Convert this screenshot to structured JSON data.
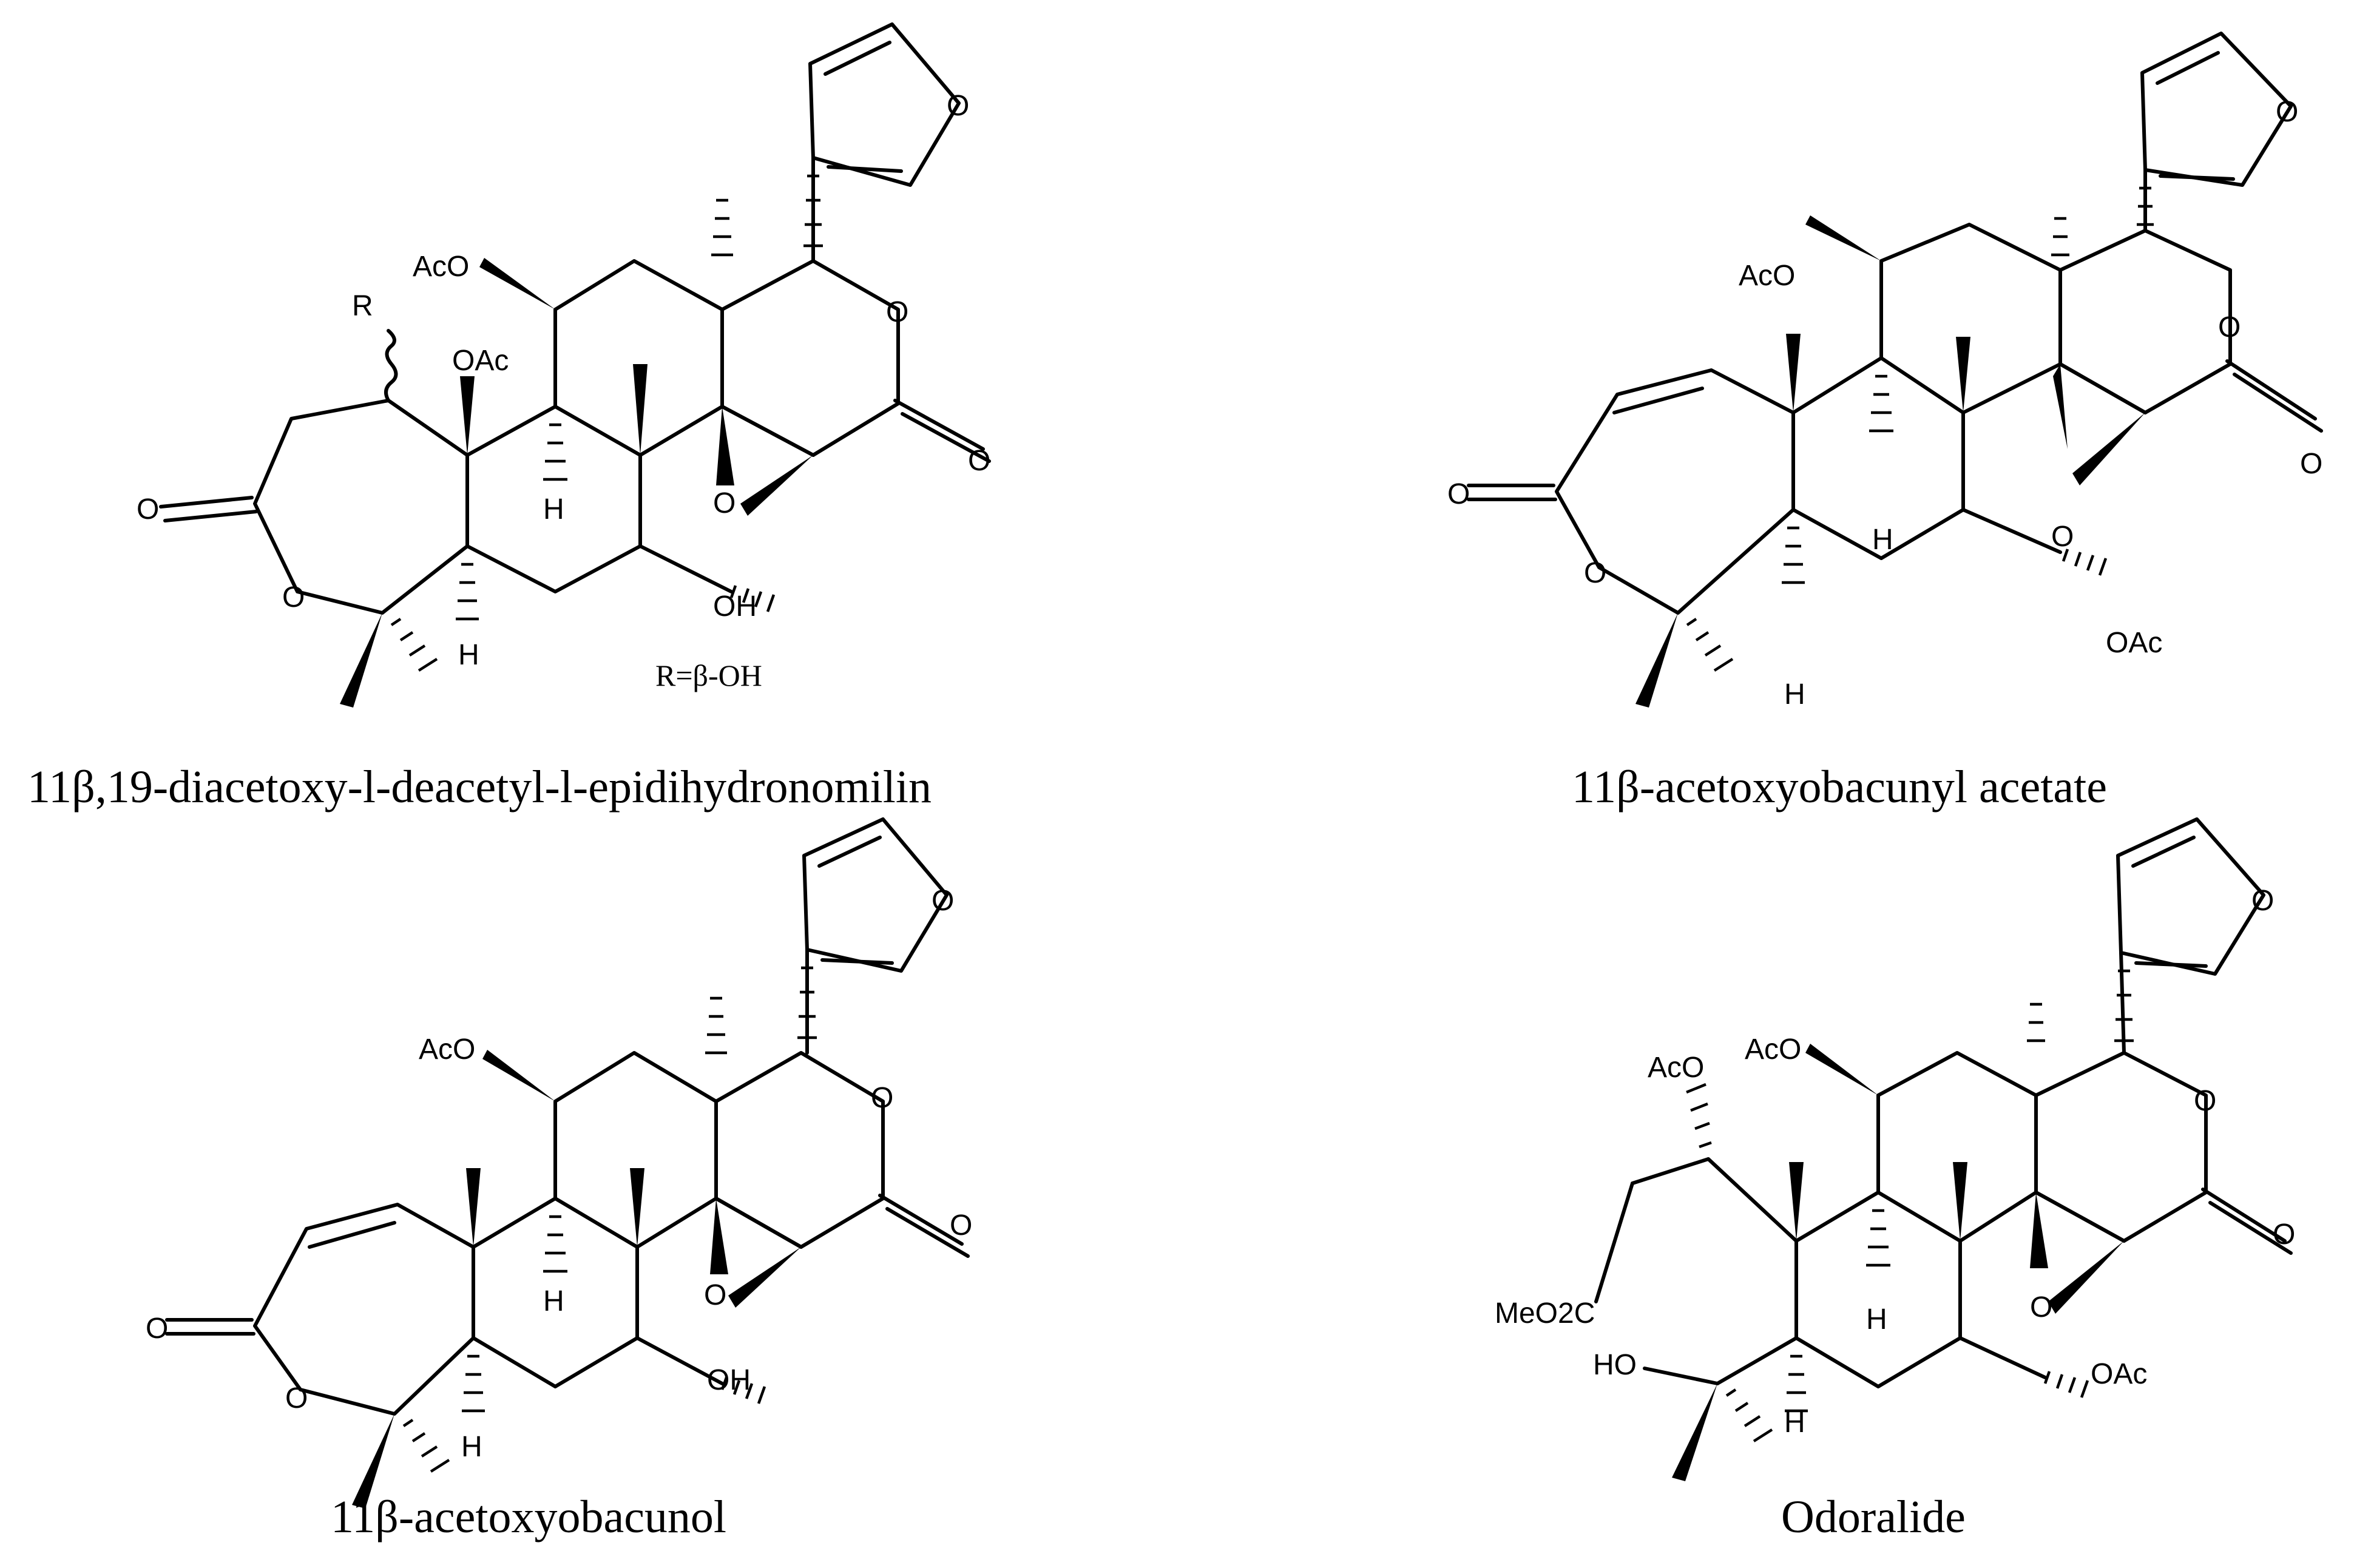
{
  "figure": {
    "structures": [
      {
        "id": "s1",
        "caption": "11β,19-diacetoxy-l-deacetyl-l-epidihydronomilin",
        "note": "R=β-OH",
        "labels": {
          "aco_top": "AcO",
          "r": "R",
          "oac": "OAc",
          "o_ketone": "O",
          "o_ring": "O",
          "h_c9": "H",
          "h_c5": "H",
          "o_epox": "O",
          "oh": "OH",
          "o_lactone": "O",
          "o_carbonyl": "O",
          "o_furan": "O"
        }
      },
      {
        "id": "s2",
        "caption": "11β-acetoxyobacunyl acetate",
        "labels": {
          "aco_top": "AcO",
          "o_ketone": "O",
          "o_ring": "O",
          "h_c9": "H",
          "h_c5": "H",
          "o_epox": "O",
          "oac": "OAc",
          "o_lactone": "O",
          "o_carbonyl": "O",
          "o_furan": "O"
        }
      },
      {
        "id": "s3",
        "caption": "11β-acetoxyobacunol",
        "labels": {
          "aco_top": "AcO",
          "o_ketone": "O",
          "o_ring": "O",
          "h_c9": "H",
          "h_c5": "H",
          "o_epox": "O",
          "oh": "OH",
          "o_lactone": "O",
          "o_carbonyl": "O",
          "o_furan": "O"
        }
      },
      {
        "id": "s4",
        "caption": "Odoralide",
        "labels": {
          "aco_top": "AcO",
          "aco_side": "AcO",
          "meo2c": "MeO2C",
          "ho": "HO",
          "h_c9": "H",
          "h_c5": "H",
          "o_epox": "O",
          "oac": "OAc",
          "o_lactone": "O",
          "o_carbonyl": "O",
          "o_furan": "O"
        }
      }
    ]
  }
}
